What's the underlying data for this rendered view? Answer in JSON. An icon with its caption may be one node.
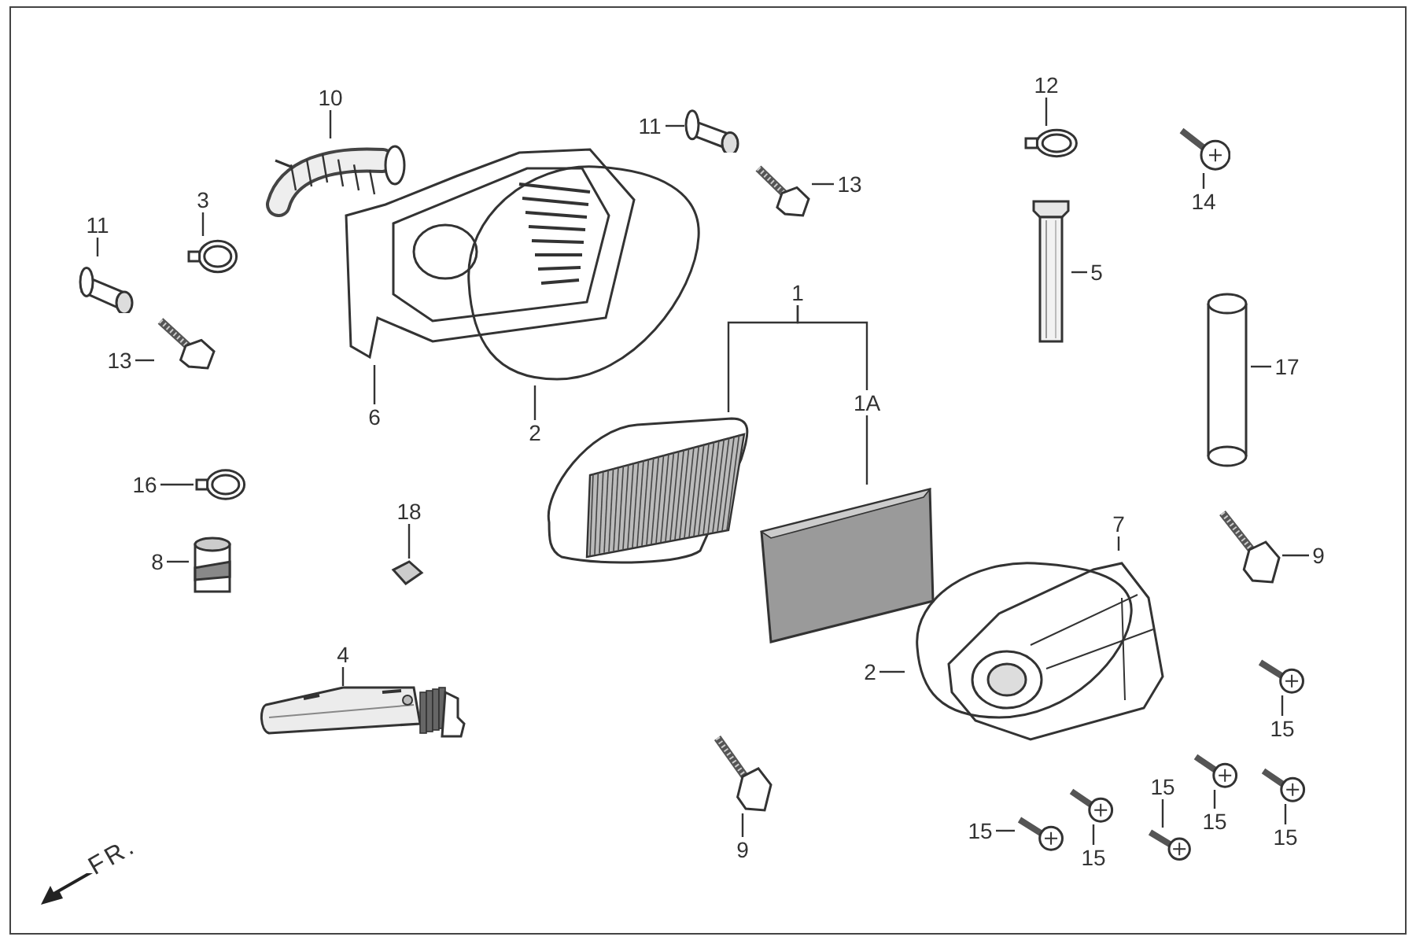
{
  "diagram": {
    "nodes": [
      {
        "text": [
          "10"
        ]
      },
      {
        "text": [],
        "shape": "picture"
      },
      {
        "text": [
          "3"
        ]
      },
      {
        "text": [],
        "shape": "picture"
      },
      {
        "text": [
          "11"
        ]
      },
      {
        "text": [],
        "shape": "picture"
      },
      {
        "text": [
          "13"
        ]
      },
      {
        "text": [],
        "shape": "picture"
      },
      {
        "text": [
          "6"
        ]
      },
      {
        "text": [],
        "shape": "picture"
      },
      {
        "text": [
          "2"
        ]
      },
      {
        "text": [],
        "shape": "picture"
      },
      {
        "text": [
          "11"
        ]
      },
      {
        "text": [],
        "shape": "picture"
      },
      {
        "text": [
          "13"
        ]
      },
      {
        "text": [],
        "shape": "picture"
      },
      {
        "text": [
          "1"
        ]
      },
      {
        "text": [],
        "shape": "picture"
      },
      {
        "text": [
          "1A"
        ]
      },
      {
        "text": [],
        "shape": "picture"
      },
      {
        "text": [
          "12"
        ]
      },
      {
        "text": [],
        "shape": "picture"
      },
      {
        "text": [
          "14"
        ]
      },
      {
        "text": [],
        "shape": "picture"
      },
      {
        "text": [
          "5"
        ]
      },
      {
        "text": [],
        "shape": "picture"
      },
      {
        "text": [
          "17"
        ]
      },
      {
        "text": [],
        "shape": "picture"
      },
      {
        "text": [
          "16"
        ]
      },
      {
        "text": [],
        "shape": "picture"
      },
      {
        "text": [
          "8"
        ]
      },
      {
        "text": [],
        "shape": "picture"
      },
      {
        "text": [
          "18"
        ]
      },
      {
        "text": [],
        "shape": "picture"
      },
      {
        "text": [
          "4"
        ]
      },
      {
        "text": [],
        "shape": "picture"
      },
      {
        "text": [
          "7"
        ]
      },
      {
        "text": [],
        "shape": "picture"
      },
      {
        "text": [
          "2"
        ]
      },
      {
        "text": [],
        "shape": "picture"
      },
      {
        "text": [
          "9"
        ]
      },
      {
        "text": [],
        "shape": "picture"
      },
      {
        "text": [
          "9"
        ]
      },
      {
        "text": [],
        "shape": "picture"
      },
      {
        "text": [
          "15"
        ]
      },
      {
        "text": [],
        "shape": "picture"
      },
      {
        "text": [
          "15"
        ]
      },
      {
        "text": [],
        "shape": "picture"
      },
      {
        "text": [
          "15"
        ]
      },
      {
        "text": [],
        "shape": "picture"
      },
      {
        "text": [
          "15"
        ]
      },
      {
        "text": [],
        "shape": "picture"
      },
      {
        "text": [
          "15"
        ]
      },
      {
        "text": [],
        "shape": "picture"
      },
      {
        "text": [
          "15"
        ]
      },
      {
        "text": [],
        "shape": "picture"
      }
    ],
    "edges": [
      {
        "from": 0,
        "to": 1,
        "arrow": "none"
      },
      {
        "from": 2,
        "to": 3,
        "arrow": "none"
      },
      {
        "from": 4,
        "to": 5,
        "arrow": "none"
      },
      {
        "from": 6,
        "to": 7,
        "arrow": "none"
      },
      {
        "from": 8,
        "to": 9,
        "arrow": "none"
      },
      {
        "from": 10,
        "to": 11,
        "arrow": "none"
      },
      {
        "from": 12,
        "to": 13,
        "arrow": "none"
      },
      {
        "from": 14,
        "to": 15,
        "arrow": "none"
      },
      {
        "from": 16,
        "to": 17,
        "arrow": "none"
      },
      {
        "from": 16,
        "to": 18,
        "arrow": "none"
      },
      {
        "from": 18,
        "to": 19,
        "arrow": "none"
      },
      {
        "from": 20,
        "to": 21,
        "arrow": "none"
      },
      {
        "from": 22,
        "to": 23,
        "arrow": "none"
      },
      {
        "from": 24,
        "to": 25,
        "arrow": "none"
      },
      {
        "from": 26,
        "to": 27,
        "arrow": "none"
      },
      {
        "from": 28,
        "to": 29,
        "arrow": "none"
      },
      {
        "from": 30,
        "to": 31,
        "arrow": "none"
      },
      {
        "from": 32,
        "to": 33,
        "arrow": "none"
      },
      {
        "from": 34,
        "to": 35,
        "arrow": "none"
      },
      {
        "from": 36,
        "to": 37,
        "arrow": "none"
      },
      {
        "from": 38,
        "to": 39,
        "arrow": "none"
      },
      {
        "from": 40,
        "to": 41,
        "arrow": "none"
      },
      {
        "from": 42,
        "to": 43,
        "arrow": "none"
      },
      {
        "from": 44,
        "to": 45,
        "arrow": "none"
      },
      {
        "from": 46,
        "to": 47,
        "arrow": "none"
      },
      {
        "from": 48,
        "to": 49,
        "arrow": "none"
      },
      {
        "from": 50,
        "to": 51,
        "arrow": "none"
      },
      {
        "from": 52,
        "to": 53,
        "arrow": "none"
      },
      {
        "from": 54,
        "to": 55,
        "arrow": "none"
      }
    ],
    "labels": [
      "FR."
    ]
  }
}
